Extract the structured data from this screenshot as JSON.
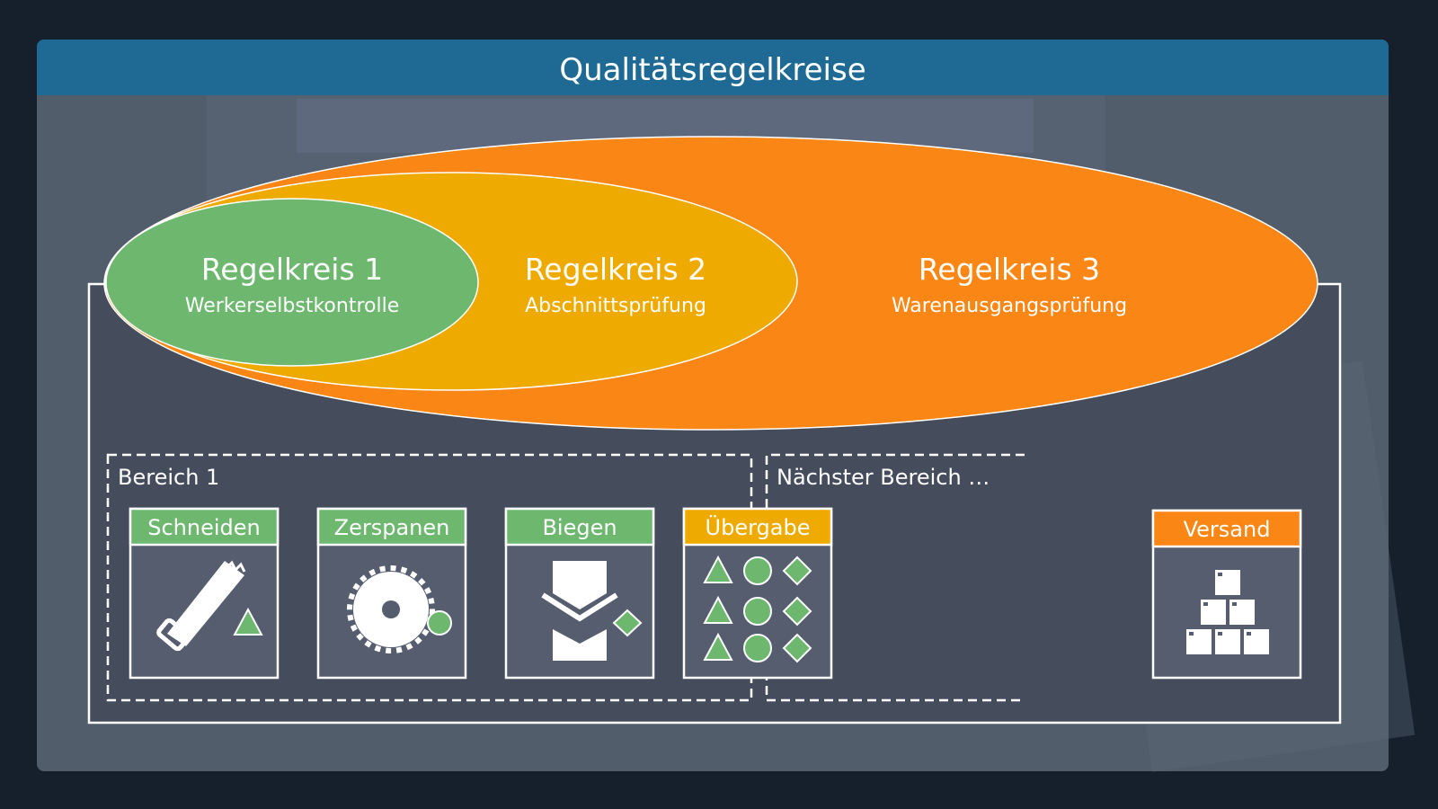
{
  "slide": {
    "title": "Qualitätsregelkreise"
  },
  "loops": [
    {
      "title": "Regelkreis 1",
      "subtitle": "Werkerselbstkontrolle",
      "color": "#6db86e"
    },
    {
      "title": "Regelkreis 2",
      "subtitle": "Abschnittsprüfung",
      "color": "#efaa00"
    },
    {
      "title": "Regelkreis 3",
      "subtitle": "Warenausgangsprüfung",
      "color": "#f98615"
    }
  ],
  "areas": {
    "area1_label": "Bereich 1",
    "next_area_label": "Nächster Bereich …"
  },
  "stations": [
    {
      "label": "Schneiden",
      "header_color": "#6db86e",
      "icon": "saw-icon"
    },
    {
      "label": "Zerspanen",
      "header_color": "#6db86e",
      "icon": "circular-saw-icon"
    },
    {
      "label": "Biegen",
      "header_color": "#6db86e",
      "icon": "bending-press-icon"
    },
    {
      "label": "Übergabe",
      "header_color": "#efaa00",
      "icon": "handover-shapes-icon"
    },
    {
      "label": "Versand",
      "header_color": "#f98615",
      "icon": "boxes-icon"
    }
  ],
  "colors": {
    "title_bar": "#1f6a94",
    "panel": "#4b5467",
    "station_body": "#555d6e",
    "green": "#6db86e",
    "orange": "#f98615",
    "yellow": "#efaa00"
  }
}
